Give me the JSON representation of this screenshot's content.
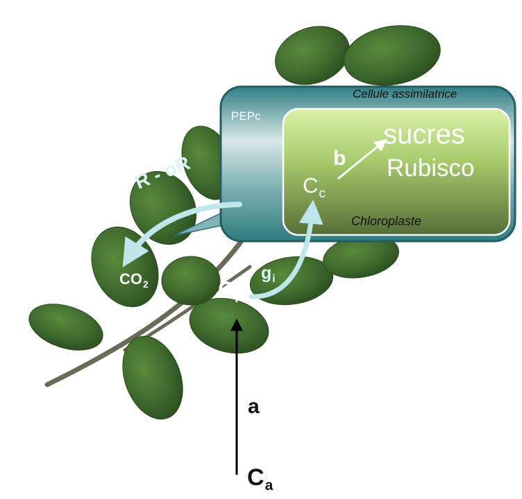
{
  "cell": {
    "title": "Cellule assimilatrice",
    "enzyme": "PEPc"
  },
  "chloroplast": {
    "title": "Chloroplaste",
    "product": "sucres",
    "enzyme": "Rubisco",
    "concentration": {
      "main": "C",
      "sub": "c"
    }
  },
  "fluxes": {
    "respiration": "R - oR",
    "internal_conductance": {
      "main": "g",
      "sub": "i"
    },
    "b": "b",
    "a": "a"
  },
  "concentrations": {
    "intercellular": {
      "main": "C",
      "sub": "i"
    },
    "ambient": {
      "main": "C",
      "sub": "a"
    },
    "co2": {
      "main": "CO",
      "sub": "2"
    }
  },
  "colors": {
    "leaf": "#3f6a2e",
    "cell_teal": "#3f8d8f",
    "chloroplast_green": "#a8cc6f",
    "arrow_light": "#bfe6ea"
  }
}
